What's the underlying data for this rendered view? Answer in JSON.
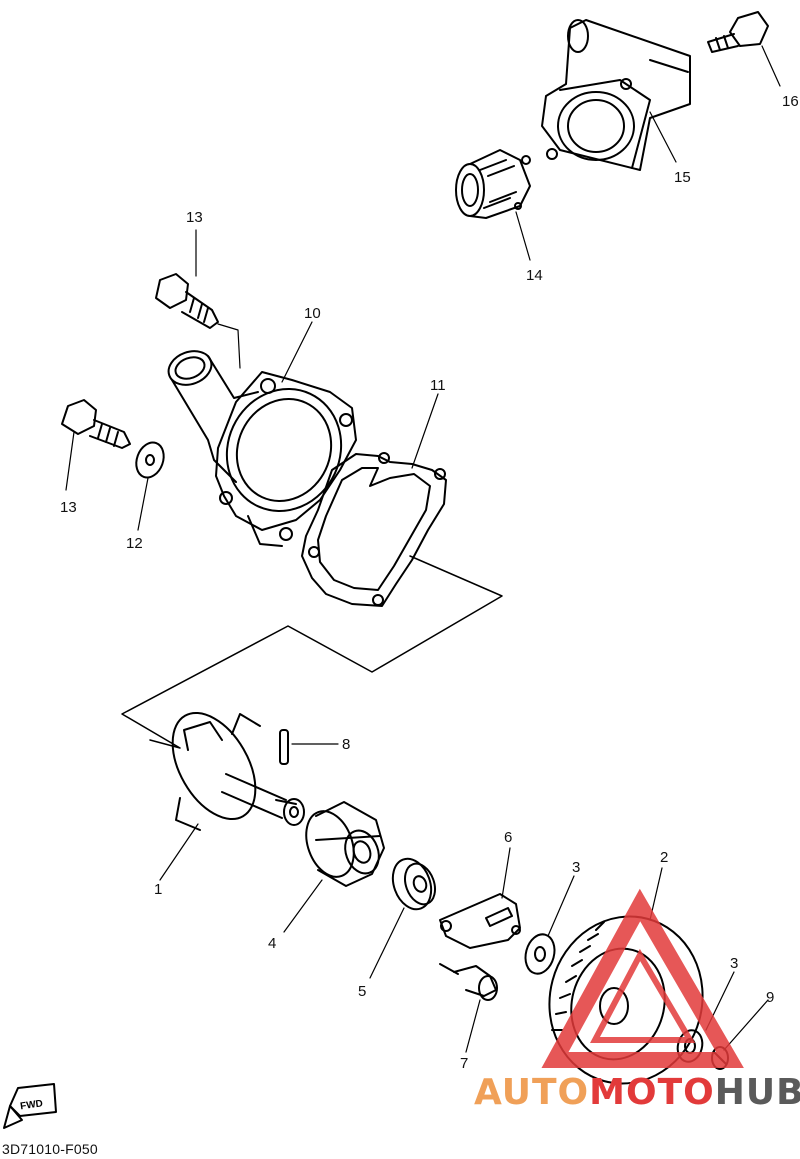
{
  "diagram_code": "3D71010-F050",
  "fwd_label": "FWD",
  "watermark": {
    "part1": "AUTO",
    "part2": "MOTO",
    "part3": "HUB"
  },
  "colors": {
    "line": "#000000",
    "watermark_red": "#e23a3a",
    "watermark_orange": "#f0a058",
    "watermark_gray": "#5a5a5a"
  },
  "callouts": {
    "c1": "1",
    "c2": "2",
    "c3a": "3",
    "c3b": "3",
    "c4": "4",
    "c5": "5",
    "c6": "6",
    "c7": "7",
    "c8": "8",
    "c9": "9",
    "c10": "10",
    "c11": "11",
    "c12": "12",
    "c13a": "13",
    "c13b": "13",
    "c14": "14",
    "c15": "15",
    "c16": "16"
  }
}
